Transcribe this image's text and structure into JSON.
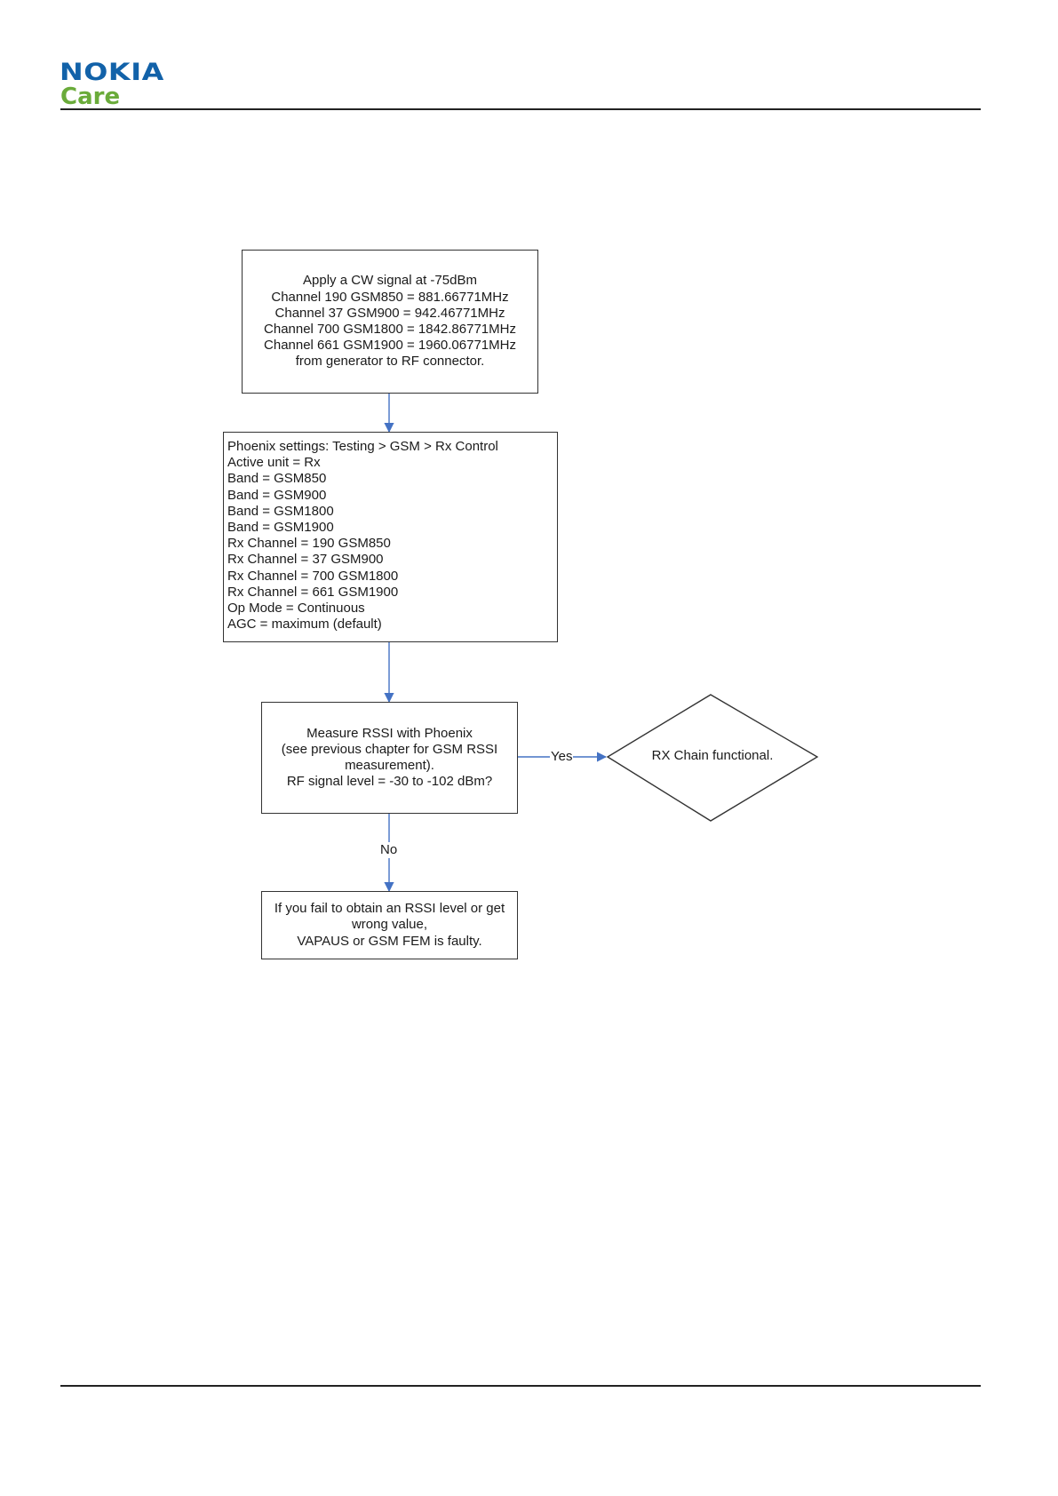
{
  "header": {
    "brand": "NOKIA",
    "sub_brand": "Care",
    "brand_color": "#1262a9",
    "sub_brand_color": "#6aab3a"
  },
  "flowchart": {
    "accent_color": "#4472c4",
    "nodes": {
      "apply_signal": {
        "lines": [
          "Apply a CW signal at -75dBm",
          "Channel 190 GSM850 = 881.66771MHz",
          "Channel 37 GSM900 = 942.46771MHz",
          "Channel 700 GSM1800 = 1842.86771MHz",
          "Channel 661 GSM1900 = 1960.06771MHz",
          "from generator to RF connector."
        ]
      },
      "phoenix_settings": {
        "lines": [
          "Phoenix settings: Testing > GSM > Rx Control",
          "Active unit = Rx",
          "Band = GSM850",
          "Band = GSM900",
          "Band = GSM1800",
          "Band = GSM1900",
          "Rx Channel = 190 GSM850",
          "Rx Channel = 37 GSM900",
          "Rx Channel = 700 GSM1800",
          "Rx Channel = 661 GSM1900",
          "Op Mode = Continuous",
          "AGC = maximum (default)"
        ]
      },
      "measure_rssi": {
        "lines": [
          "Measure RSSI with Phoenix",
          "(see previous chapter for GSM RSSI",
          "measurement).",
          "RF signal level = -30 to -102 dBm?"
        ]
      },
      "rx_functional": {
        "label": "RX Chain functional."
      },
      "fail_result": {
        "lines": [
          "If you fail to obtain an RSSI level or get",
          "wrong value,",
          "VAPAUS or GSM FEM is faulty."
        ]
      }
    },
    "edges": {
      "yes_label": "Yes",
      "no_label": "No"
    }
  }
}
